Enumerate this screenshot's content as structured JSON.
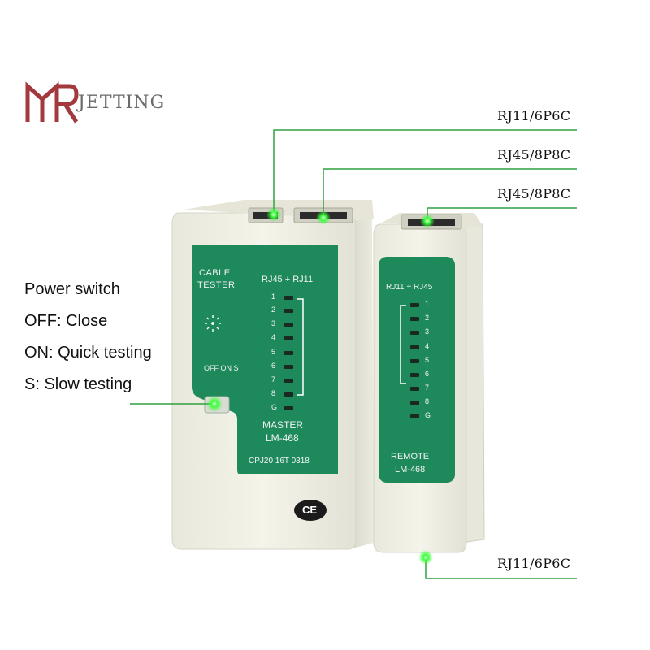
{
  "brand": {
    "logo_letters": "MR",
    "name": "JETTING",
    "logo_color": "#a23a3d"
  },
  "callouts": {
    "top1": "RJ11/6P6C",
    "top2": "RJ45/8P8C",
    "top3": "RJ45/8P8C",
    "bottom": "RJ11/6P6C"
  },
  "power_switch": {
    "title": "Power switch",
    "off": "OFF: Close",
    "on": "ON: Quick testing",
    "s": "S: Slow testing"
  },
  "master_unit": {
    "cable": "CABLE",
    "tester": "TESTER",
    "port_header": "RJ45 + RJ11",
    "switch_label": "OFF ON S",
    "leds": [
      "1",
      "2",
      "3",
      "4",
      "5",
      "6",
      "7",
      "8",
      "G"
    ],
    "model_line1": "MASTER",
    "model_line2": "LM-468",
    "serial": "CPJ20 16T 0318",
    "ce_mark": "CE"
  },
  "remote_unit": {
    "port_header": "RJ11 + RJ45",
    "leds": [
      "1",
      "2",
      "3",
      "4",
      "5",
      "6",
      "7",
      "8",
      "G"
    ],
    "model_line1": "REMOTE",
    "model_line2": "LM-468"
  },
  "colors": {
    "panel_green": "#1e8a5c",
    "body_cream": "#f2f1e6",
    "indicator_green": "#3cff3c",
    "callout_line": "#2fa13f"
  }
}
